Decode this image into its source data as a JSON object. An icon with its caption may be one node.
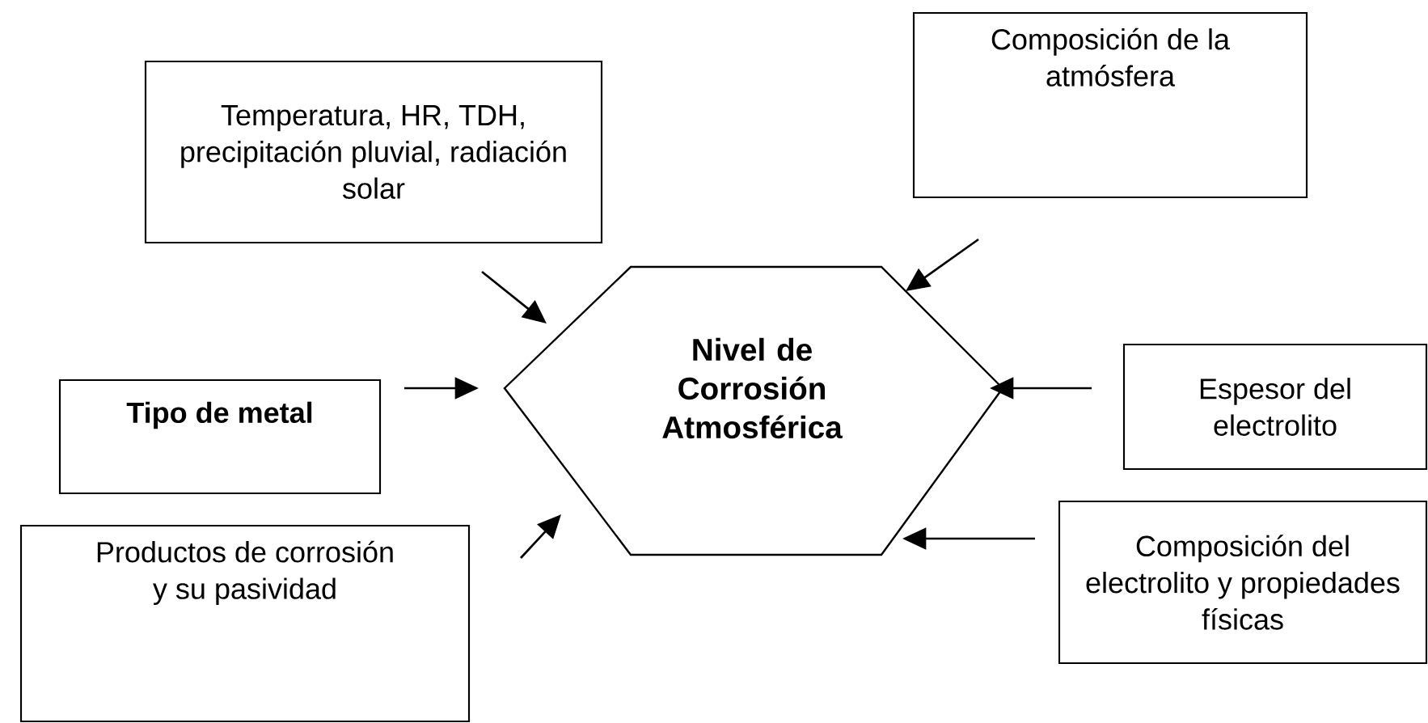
{
  "diagram": {
    "nodes": [
      {
        "text": [
          "Temperatura, HR, TDH, precipitación pluvial, radiación solar"
        ]
      },
      {
        "text": [
          "Composición de la atmósfera"
        ]
      },
      {
        "text": [
          "Nivel de Corrosión Atmosférica"
        ]
      },
      {
        "text": [
          "Tipo de metal"
        ]
      },
      {
        "text": [
          "Espesor del electrolito"
        ]
      },
      {
        "text": [
          "Productos de corrosión y su pasividad"
        ]
      },
      {
        "text": [
          "Composición del electrolito y propiedades físicas"
        ]
      }
    ],
    "edges": [
      {
        "from": 0,
        "to": 2,
        "arrow": "to"
      },
      {
        "from": 1,
        "to": 2,
        "arrow": "to"
      },
      {
        "from": 3,
        "to": 2,
        "arrow": "to"
      },
      {
        "from": 4,
        "to": 2,
        "arrow": "to"
      },
      {
        "from": 5,
        "to": 2,
        "arrow": "to"
      },
      {
        "from": 6,
        "to": 2,
        "arrow": "to"
      }
    ]
  }
}
